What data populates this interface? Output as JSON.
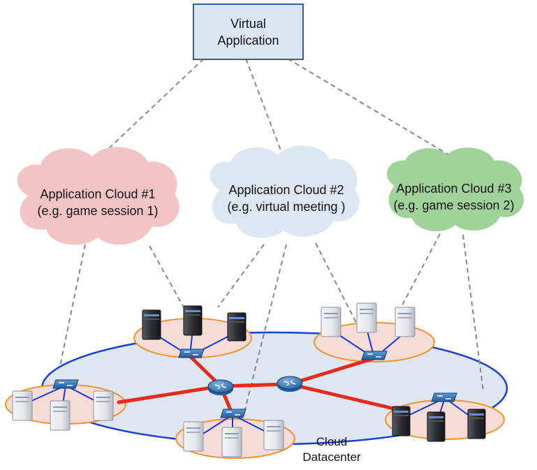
{
  "top_box": {
    "line1": "Virtual",
    "line2": "Application"
  },
  "clouds": [
    {
      "line1": "Application Cloud #1",
      "line2": "(e.g. game session 1)",
      "color": "#f2c4c4"
    },
    {
      "line1": "Application Cloud #2",
      "line2": "(e.g. virtual meeting )",
      "color": "#dde7f2"
    },
    {
      "line1": "Application Cloud #3",
      "line2": "(e.g. game session 2)",
      "color": "#9fd39a"
    }
  ],
  "datacenter": {
    "line1": "Cloud",
    "line2": "Datacenter"
  },
  "colors": {
    "box_fill": "#dce6f2",
    "box_stroke": "#3b5f8f",
    "dc_fill": "#dde6f1",
    "dc_stroke": "#1a3fd6",
    "cluster_fill": "#f6dcd6",
    "cluster_stroke": "#f0942e",
    "backbone": "#e8291c",
    "access": "#1538e0",
    "dashed": "#888888"
  },
  "icons": {
    "server": "server-icon",
    "dark_server": "dark-server-icon",
    "switch": "switch-icon",
    "router": "router-icon"
  }
}
